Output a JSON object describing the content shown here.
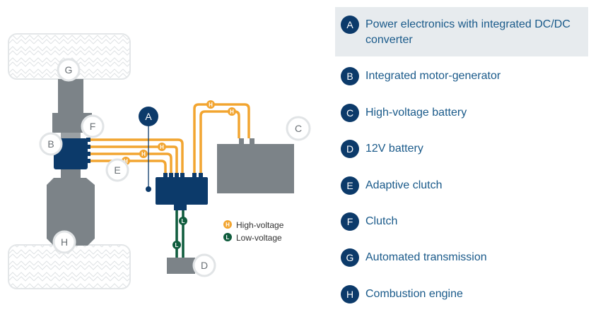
{
  "colors": {
    "navy": "#0c3a6a",
    "blue_text": "#1a5a8a",
    "gray": "#7c8388",
    "orange": "#f2a531",
    "green": "#0f5c3d",
    "highlight_bg": "#e7ebee"
  },
  "components": [
    {
      "letter": "A",
      "label": "Power electronics with integrated DC/DC converter",
      "highlighted": true
    },
    {
      "letter": "B",
      "label": "Integrated motor-generator",
      "highlighted": false
    },
    {
      "letter": "C",
      "label": "High-voltage battery",
      "highlighted": false
    },
    {
      "letter": "D",
      "label": "12V battery",
      "highlighted": false
    },
    {
      "letter": "E",
      "label": "Adaptive clutch",
      "highlighted": false
    },
    {
      "letter": "F",
      "label": "Clutch",
      "highlighted": false
    },
    {
      "letter": "G",
      "label": "Automated transmission",
      "highlighted": false
    },
    {
      "letter": "H",
      "label": "Combustion engine",
      "highlighted": false
    }
  ],
  "line_legend": {
    "high_voltage": {
      "symbol": "H",
      "label": "High-voltage"
    },
    "low_voltage": {
      "symbol": "L",
      "label": "Low-voltage"
    }
  }
}
